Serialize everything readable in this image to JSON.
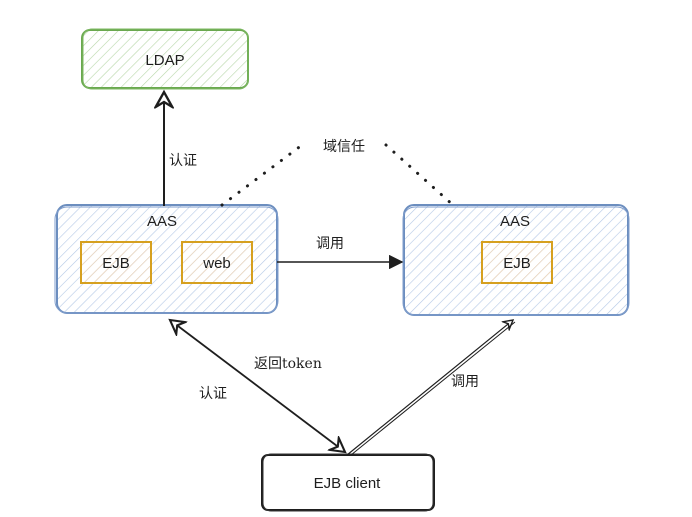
{
  "diagram": {
    "nodes": {
      "ldap": {
        "label": "LDAP",
        "stroke": "#6aa84f",
        "fill": "#b7d7a8"
      },
      "aas_left": {
        "label": "AAS",
        "stroke": "#6c8ebf",
        "fill": "#a4bde0"
      },
      "aas_left_ejb": {
        "label": "EJB",
        "stroke": "#d6a01f",
        "fill": "#f5cfa0"
      },
      "aas_left_web": {
        "label": "web",
        "stroke": "#d6a01f",
        "fill": "#f5cfa0"
      },
      "aas_right": {
        "label": "AAS",
        "stroke": "#6c8ebf",
        "fill": "#a4bde0"
      },
      "aas_right_ejb": {
        "label": "EJB",
        "stroke": "#d6a01f",
        "fill": "#f5cfa0"
      },
      "ejb_client": {
        "label": "EJB client",
        "stroke": "#1e1e1e",
        "fill": "#ffffff"
      }
    },
    "edges": {
      "aas_to_ldap": {
        "label": "认证"
      },
      "domain_trust": {
        "label": "域信任"
      },
      "aas_to_aas": {
        "label": "调用"
      },
      "client_to_left_auth": {
        "label": "认证"
      },
      "return_token": {
        "label": "返回token"
      },
      "client_to_right_call": {
        "label": "调用"
      }
    }
  }
}
